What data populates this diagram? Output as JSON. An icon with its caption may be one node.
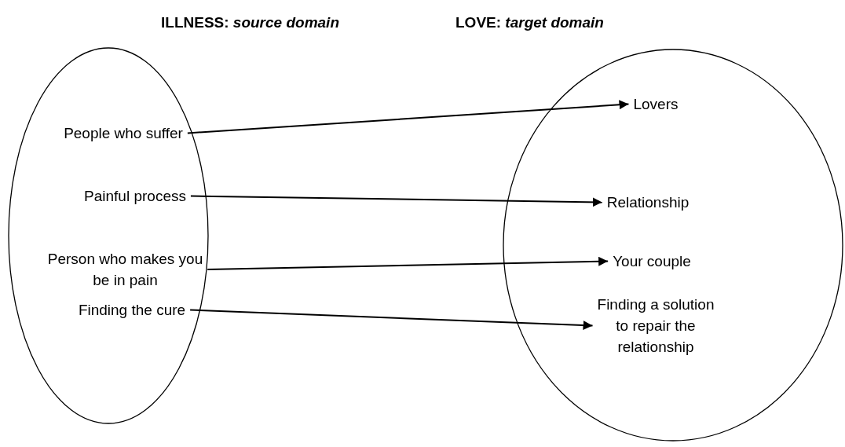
{
  "diagram": {
    "nodes": [
      {
        "text": [
          "ILLNESS: *source domain*"
        ]
      },
      {
        "text": [
          "People who suffer"
        ],
        "in": 0
      },
      {
        "text": [
          "Painful process"
        ],
        "in": 0
      },
      {
        "text": [
          "Person who makes you be in pain"
        ],
        "in": 0
      },
      {
        "text": [
          "Finding the cure"
        ],
        "in": 0
      },
      {
        "text": [
          "LOVE: *target domain*"
        ]
      },
      {
        "text": [
          "Lovers"
        ],
        "in": 5
      },
      {
        "text": [
          "Relationship"
        ],
        "in": 5
      },
      {
        "text": [
          "Your couple"
        ],
        "in": 5
      },
      {
        "text": [
          "Finding a solution to repair the relationship"
        ],
        "in": 5
      }
    ],
    "edges": [
      {
        "from": 1,
        "to": 6,
        "arrow": "to"
      },
      {
        "from": 2,
        "to": 7,
        "arrow": "to"
      },
      {
        "from": 3,
        "to": 8,
        "arrow": "to"
      },
      {
        "from": 4,
        "to": 9,
        "arrow": "to"
      }
    ]
  }
}
